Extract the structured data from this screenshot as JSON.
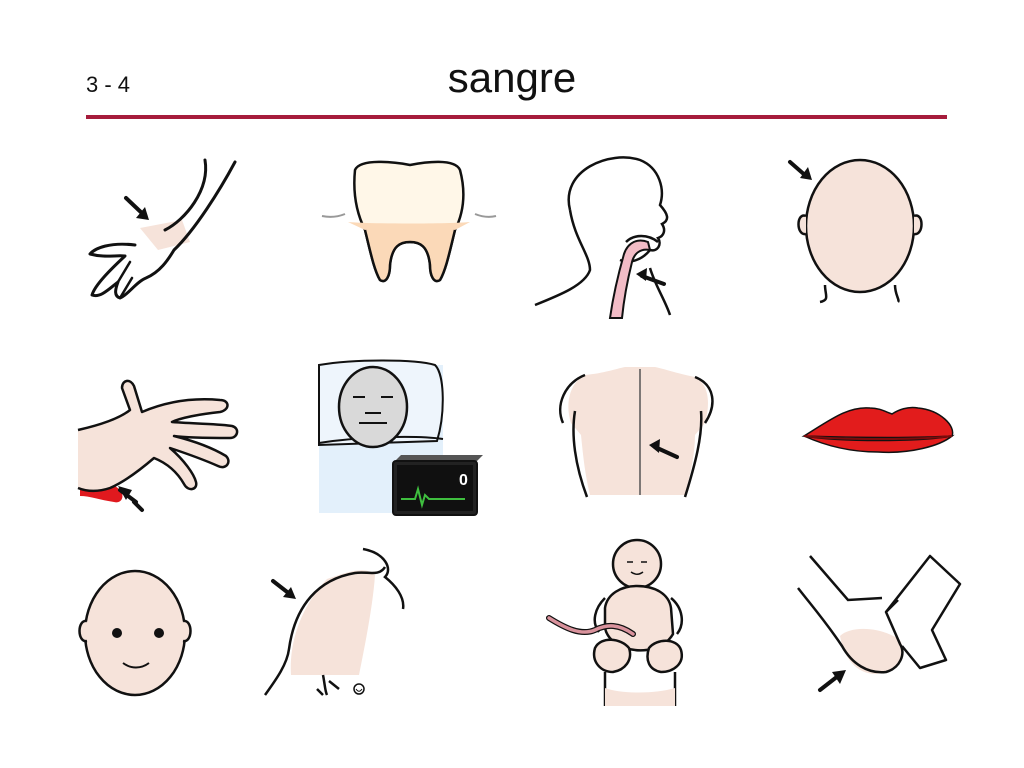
{
  "header": {
    "page_number": "3 - 4",
    "title": "sangre"
  },
  "colors": {
    "rule": "#a61c3c",
    "skin": "#f6e3da",
    "blood": "#e0191e",
    "lips": "#e21c1c",
    "monitor_screen": "#101010",
    "monitor_wave": "#3fbf3f",
    "bed_blue": "#e3f0fb"
  },
  "pictograms": [
    {
      "icon": "wrist-arrow-icon"
    },
    {
      "icon": "tooth-icon"
    },
    {
      "icon": "throat-profile-icon"
    },
    {
      "icon": "scalp-icon"
    },
    {
      "icon": "bleeding-hand-icon"
    },
    {
      "icon": "patient-monitor-icon"
    },
    {
      "icon": "back-icon"
    },
    {
      "icon": "lips-icon"
    },
    {
      "icon": "face-icon"
    },
    {
      "icon": "shoulder-icon"
    },
    {
      "icon": "baby-umbilical-cord-icon"
    },
    {
      "icon": "elbow-icon"
    }
  ],
  "monitor": {
    "reading": "0"
  }
}
